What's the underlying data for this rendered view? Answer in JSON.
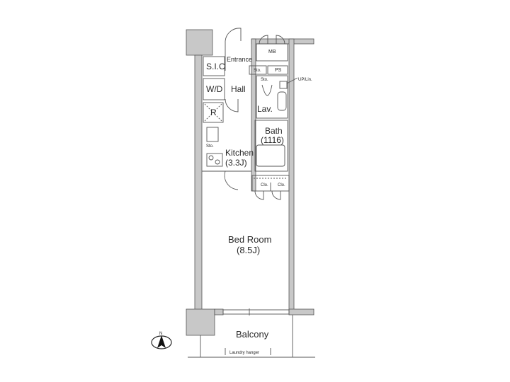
{
  "floorplan": {
    "rooms": {
      "sic": "S.I.C",
      "entrance": "Entrance",
      "mb": "MB",
      "sto_entrance": "Sto.",
      "ps": "PS",
      "sto_lav": "Sto.",
      "up_lin": "UP/Lin.",
      "wd": "W/D",
      "hall": "Hall",
      "lav": "Lav.",
      "r": "R",
      "bath": "Bath",
      "bath_size": "(1116)",
      "sto_kitchen": "Sto.",
      "kitchen": "Kitchen",
      "kitchen_size": "(3.3J)",
      "clo1": "Clo.",
      "clo2": "Clo.",
      "bedroom": "Bed Room",
      "bedroom_size": "(8.5J)",
      "balcony": "Balcony",
      "laundry": "Laundry hanger"
    },
    "compass": "N",
    "colors": {
      "wall": "#c8c8c8",
      "line": "#555555",
      "background": "#ffffff"
    }
  }
}
